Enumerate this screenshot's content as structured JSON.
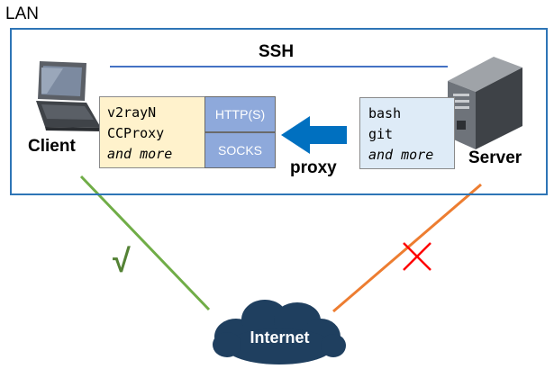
{
  "labels": {
    "lan": "LAN",
    "ssh": "SSH",
    "client": "Client",
    "server": "Server",
    "proxy": "proxy",
    "internet": "Internet"
  },
  "client_apps": [
    "v2rayN",
    "CCProxy",
    "and more"
  ],
  "server_apps": [
    "bash",
    "git",
    "and more"
  ],
  "protocols": {
    "http": "HTTP(S)",
    "socks": "SOCKS"
  },
  "check_symbol": "√",
  "colors": {
    "lan_border": "#2e75b6",
    "ssh_line": "#4472c4",
    "client_apps_bg": "#fff2cc",
    "server_apps_bg": "#deebf7",
    "protocol_bg": "#8ea9db",
    "proxy_arrow": "#0070c0",
    "client_link": "#70ad47",
    "server_link": "#ed7d31",
    "check": "#548235",
    "blocked_cross": "#ff0000",
    "cloud": "#1f3f5f"
  },
  "icons": {
    "client": "laptop-icon",
    "server": "tower-server-icon",
    "internet": "cloud-icon",
    "proxy": "left-arrow-icon",
    "allowed": "check-icon",
    "blocked": "cross-icon"
  }
}
